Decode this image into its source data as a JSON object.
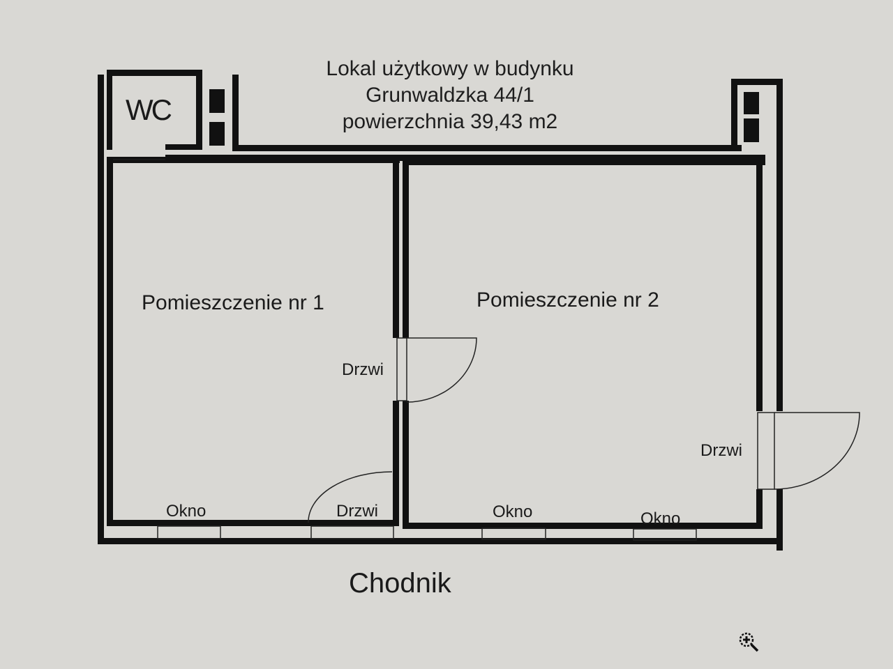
{
  "title": {
    "line1": "Lokal użytkowy w budynku",
    "line2": "Grunwaldzka 44/1",
    "line3": "powierzchnia 39,43 m2"
  },
  "rooms": [
    {
      "label": "WC"
    },
    {
      "label": "Pomieszczenie nr 1"
    },
    {
      "label": "Pomieszczenie nr 2"
    }
  ],
  "doors": [
    {
      "label": "Drzwi",
      "location": "wall between rooms"
    },
    {
      "label": "Drzwi",
      "location": "room 1 bottom"
    },
    {
      "label": "Drzwi",
      "location": "room 2 right"
    }
  ],
  "windows": [
    {
      "label": "Okno"
    },
    {
      "label": "Okno"
    },
    {
      "label": "Okno"
    }
  ],
  "street": {
    "label": "Chodnik"
  },
  "controls": {
    "zoom_icon": "zoom-in-icon"
  },
  "colors": {
    "background": "#d9d8d4",
    "wall": "#111111",
    "text": "#1a1a1a"
  }
}
